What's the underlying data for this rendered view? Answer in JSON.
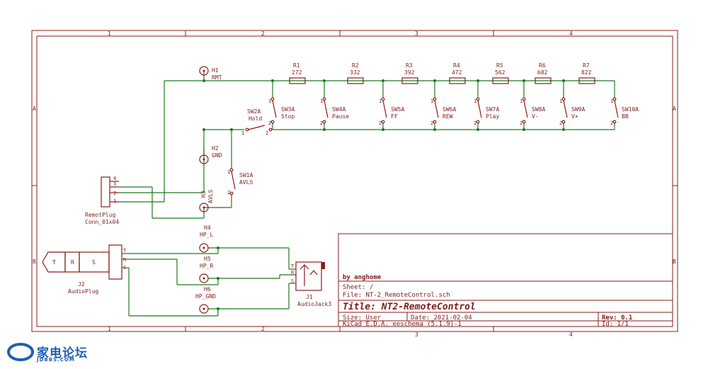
{
  "frame": {
    "columns": [
      "1",
      "2",
      "3",
      "4"
    ],
    "rows": [
      "A",
      "B"
    ]
  },
  "mounting_holes": [
    {
      "ref": "H1",
      "value": "RMT"
    },
    {
      "ref": "H2",
      "value": "GND"
    },
    {
      "ref": "H3",
      "value": "AVLS"
    },
    {
      "ref": "H4",
      "value": "HP_L"
    },
    {
      "ref": "H5",
      "value": "HP_R"
    },
    {
      "ref": "H6",
      "value": "HP_GND"
    }
  ],
  "resistors": [
    {
      "ref": "R1",
      "value": "272"
    },
    {
      "ref": "R2",
      "value": "332"
    },
    {
      "ref": "R3",
      "value": "392"
    },
    {
      "ref": "R4",
      "value": "472"
    },
    {
      "ref": "R5",
      "value": "562"
    },
    {
      "ref": "R6",
      "value": "682"
    },
    {
      "ref": "R7",
      "value": "822"
    }
  ],
  "switches": [
    {
      "ref": "SW3A",
      "value": "Stop"
    },
    {
      "ref": "SW4A",
      "value": "Pause"
    },
    {
      "ref": "SW5A",
      "value": "FF"
    },
    {
      "ref": "SW6A",
      "value": "REW"
    },
    {
      "ref": "SW7A",
      "value": "Play"
    },
    {
      "ref": "SW8A",
      "value": "V-"
    },
    {
      "ref": "SW9A",
      "value": "V+"
    },
    {
      "ref": "SW10A",
      "value": "BB"
    }
  ],
  "hold_switch": {
    "ref": "SW2A",
    "value": "Hold"
  },
  "avls_switch": {
    "ref": "SW1A",
    "value": "AVLS"
  },
  "connector": {
    "ref": "RemotPlug",
    "value": "Conn_01x04",
    "pins": [
      "4",
      "3",
      "2",
      "1"
    ]
  },
  "audio_plug": {
    "ref": "J2",
    "value": "AudioPlug",
    "segments": [
      "T",
      "R",
      "S"
    ],
    "pins": [
      "T",
      "R",
      "S"
    ]
  },
  "audio_jack": {
    "ref": "J1",
    "value": "AudioJack3",
    "pins": [
      "T",
      "R",
      "S"
    ]
  },
  "switch_pins": {
    "a": "1",
    "b": "2"
  },
  "title_block": {
    "author": "by anghome",
    "sheet": "Sheet: /",
    "file": "File: NT-2_RemoteControl.sch",
    "title": "Title: NT2-RemoteControl",
    "size": "Size: User",
    "date": "Date: 2021-02-04",
    "rev": "Rev: 0.1",
    "tool": "KiCad E.D.A.  eeschema (5.1.9)-1",
    "id": "Id: 1/1"
  },
  "watermark": {
    "cn": "家电论坛",
    "en": "JDBBS.COM"
  },
  "colors": {
    "wire": "#1f7a1f",
    "part": "#8b1a1a",
    "watermark": "#1f5fb3"
  }
}
